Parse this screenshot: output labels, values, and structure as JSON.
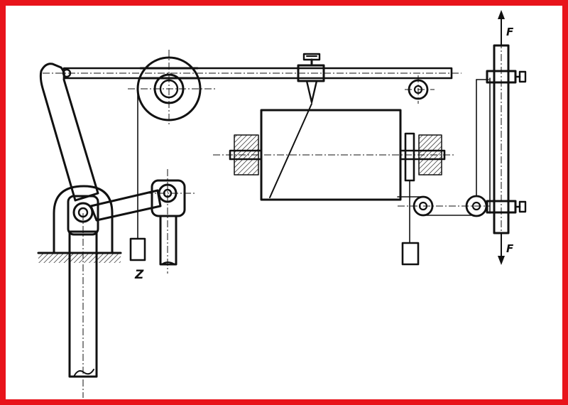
{
  "diagram": {
    "labels": {
      "force_top": "F",
      "force_bottom": "F",
      "weight": "Z"
    },
    "colors": {
      "frame_border": "#e8141b",
      "line": "#111111",
      "background": "#ffffff"
    }
  }
}
